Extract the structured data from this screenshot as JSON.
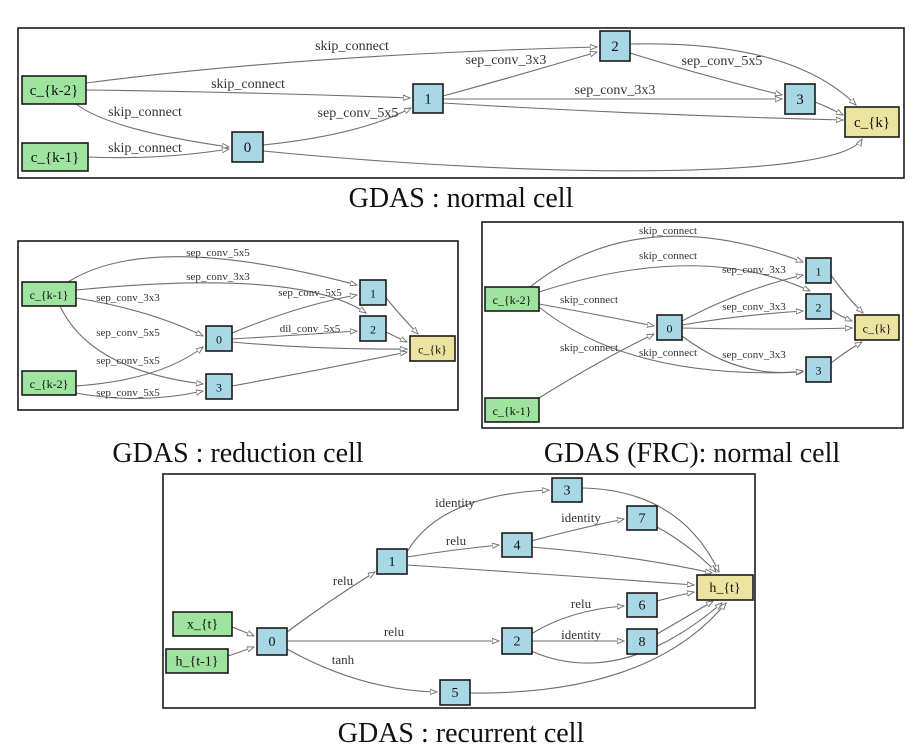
{
  "colors": {
    "input": "#9ee39e",
    "intermediate": "#a8d8e6",
    "output": "#ede3a0"
  },
  "figures": [
    {
      "id": "normal-cell",
      "caption": "GDAS : normal cell",
      "nodes": [
        {
          "id": "c_{k-2}",
          "label": "c_{k-2}",
          "type": "input"
        },
        {
          "id": "c_{k-1}",
          "label": "c_{k-1}",
          "type": "input"
        },
        {
          "id": "0",
          "label": "0",
          "type": "intermediate"
        },
        {
          "id": "1",
          "label": "1",
          "type": "intermediate"
        },
        {
          "id": "2",
          "label": "2",
          "type": "intermediate"
        },
        {
          "id": "3",
          "label": "3",
          "type": "intermediate"
        },
        {
          "id": "c_{k}",
          "label": "c_{k}",
          "type": "output"
        }
      ],
      "edges": [
        {
          "from": "c_{k-2}",
          "to": "2",
          "label": "skip_connect"
        },
        {
          "from": "c_{k-2}",
          "to": "1",
          "label": "skip_connect"
        },
        {
          "from": "c_{k-2}",
          "to": "0",
          "label": "skip_connect"
        },
        {
          "from": "c_{k-1}",
          "to": "0",
          "label": "skip_connect"
        },
        {
          "from": "0",
          "to": "1",
          "label": "sep_conv_5x5"
        },
        {
          "from": "1",
          "to": "2",
          "label": "sep_conv_3x3"
        },
        {
          "from": "1",
          "to": "3",
          "label": "sep_conv_3x3"
        },
        {
          "from": "2",
          "to": "3",
          "label": "sep_conv_5x5"
        },
        {
          "from": "2",
          "to": "c_{k}",
          "label": ""
        },
        {
          "from": "3",
          "to": "c_{k}",
          "label": ""
        },
        {
          "from": "1",
          "to": "c_{k}",
          "label": ""
        },
        {
          "from": "0",
          "to": "c_{k}",
          "label": ""
        }
      ]
    },
    {
      "id": "reduction-cell",
      "caption": "GDAS : reduction cell",
      "nodes": [
        {
          "id": "c_{k-1}",
          "label": "c_{k-1}",
          "type": "input"
        },
        {
          "id": "c_{k-2}",
          "label": "c_{k-2}",
          "type": "input"
        },
        {
          "id": "0",
          "label": "0",
          "type": "intermediate"
        },
        {
          "id": "1",
          "label": "1",
          "type": "intermediate"
        },
        {
          "id": "2",
          "label": "2",
          "type": "intermediate"
        },
        {
          "id": "3",
          "label": "3",
          "type": "intermediate"
        },
        {
          "id": "c_{k}",
          "label": "c_{k}",
          "type": "output"
        }
      ],
      "edges": [
        {
          "from": "c_{k-1}",
          "to": "1",
          "label": "sep_conv_5x5"
        },
        {
          "from": "c_{k-1}",
          "to": "2",
          "label": "sep_conv_3x3"
        },
        {
          "from": "c_{k-1}",
          "to": "0",
          "label": "sep_conv_3x3"
        },
        {
          "from": "c_{k-1}",
          "to": "3",
          "label": "sep_conv_5x5"
        },
        {
          "from": "c_{k-2}",
          "to": "0",
          "label": "sep_conv_5x5"
        },
        {
          "from": "c_{k-2}",
          "to": "3",
          "label": "sep_conv_5x5"
        },
        {
          "from": "0",
          "to": "1",
          "label": "sep_conv_5x5"
        },
        {
          "from": "0",
          "to": "2",
          "label": "dil_conv_5x5"
        },
        {
          "from": "0",
          "to": "c_{k}",
          "label": ""
        },
        {
          "from": "1",
          "to": "c_{k}",
          "label": ""
        },
        {
          "from": "2",
          "to": "c_{k}",
          "label": ""
        },
        {
          "from": "3",
          "to": "c_{k}",
          "label": ""
        }
      ]
    },
    {
      "id": "frc-normal-cell",
      "caption": "GDAS (FRC): normal cell",
      "nodes": [
        {
          "id": "c_{k-2}",
          "label": "c_{k-2}",
          "type": "input"
        },
        {
          "id": "c_{k-1}",
          "label": "c_{k-1}",
          "type": "input"
        },
        {
          "id": "0",
          "label": "0",
          "type": "intermediate"
        },
        {
          "id": "1",
          "label": "1",
          "type": "intermediate"
        },
        {
          "id": "2",
          "label": "2",
          "type": "intermediate"
        },
        {
          "id": "3",
          "label": "3",
          "type": "intermediate"
        },
        {
          "id": "c_{k}",
          "label": "c_{k}",
          "type": "output"
        }
      ],
      "edges": [
        {
          "from": "c_{k-2}",
          "to": "1",
          "label": "skip_connect"
        },
        {
          "from": "c_{k-2}",
          "to": "2",
          "label": "skip_connect"
        },
        {
          "from": "c_{k-2}",
          "to": "0",
          "label": "skip_connect"
        },
        {
          "from": "c_{k-2}",
          "to": "3",
          "label": "skip_connect"
        },
        {
          "from": "c_{k-1}",
          "to": "0",
          "label": "skip_connect"
        },
        {
          "from": "0",
          "to": "1",
          "label": "sep_conv_3x3"
        },
        {
          "from": "0",
          "to": "2",
          "label": "sep_conv_3x3"
        },
        {
          "from": "0",
          "to": "3",
          "label": "sep_conv_3x3"
        },
        {
          "from": "0",
          "to": "c_{k}",
          "label": ""
        },
        {
          "from": "1",
          "to": "c_{k}",
          "label": ""
        },
        {
          "from": "2",
          "to": "c_{k}",
          "label": ""
        },
        {
          "from": "3",
          "to": "c_{k}",
          "label": ""
        }
      ]
    },
    {
      "id": "recurrent-cell",
      "caption": "GDAS : recurrent cell",
      "nodes": [
        {
          "id": "x_{t}",
          "label": "x_{t}",
          "type": "input"
        },
        {
          "id": "h_{t-1}",
          "label": "h_{t-1}",
          "type": "input"
        },
        {
          "id": "0",
          "label": "0",
          "type": "intermediate"
        },
        {
          "id": "1",
          "label": "1",
          "type": "intermediate"
        },
        {
          "id": "2",
          "label": "2",
          "type": "intermediate"
        },
        {
          "id": "3",
          "label": "3",
          "type": "intermediate"
        },
        {
          "id": "4",
          "label": "4",
          "type": "intermediate"
        },
        {
          "id": "5",
          "label": "5",
          "type": "intermediate"
        },
        {
          "id": "6",
          "label": "6",
          "type": "intermediate"
        },
        {
          "id": "7",
          "label": "7",
          "type": "intermediate"
        },
        {
          "id": "8",
          "label": "8",
          "type": "intermediate"
        },
        {
          "id": "h_{t}",
          "label": "h_{t}",
          "type": "output"
        }
      ],
      "edges": [
        {
          "from": "x_{t}",
          "to": "0",
          "label": ""
        },
        {
          "from": "h_{t-1}",
          "to": "0",
          "label": ""
        },
        {
          "from": "0",
          "to": "1",
          "label": "relu"
        },
        {
          "from": "0",
          "to": "2",
          "label": "relu"
        },
        {
          "from": "0",
          "to": "5",
          "label": "tanh"
        },
        {
          "from": "1",
          "to": "3",
          "label": "identity"
        },
        {
          "from": "1",
          "to": "4",
          "label": "relu"
        },
        {
          "from": "4",
          "to": "7",
          "label": "identity"
        },
        {
          "from": "2",
          "to": "6",
          "label": "relu"
        },
        {
          "from": "2",
          "to": "8",
          "label": "identity"
        },
        {
          "from": "1",
          "to": "h_{t}",
          "label": ""
        },
        {
          "from": "3",
          "to": "h_{t}",
          "label": ""
        },
        {
          "from": "4",
          "to": "h_{t}",
          "label": ""
        },
        {
          "from": "7",
          "to": "h_{t}",
          "label": ""
        },
        {
          "from": "6",
          "to": "h_{t}",
          "label": ""
        },
        {
          "from": "8",
          "to": "h_{t}",
          "label": ""
        },
        {
          "from": "2",
          "to": "h_{t}",
          "label": ""
        },
        {
          "from": "5",
          "to": "h_{t}",
          "label": ""
        }
      ]
    }
  ]
}
